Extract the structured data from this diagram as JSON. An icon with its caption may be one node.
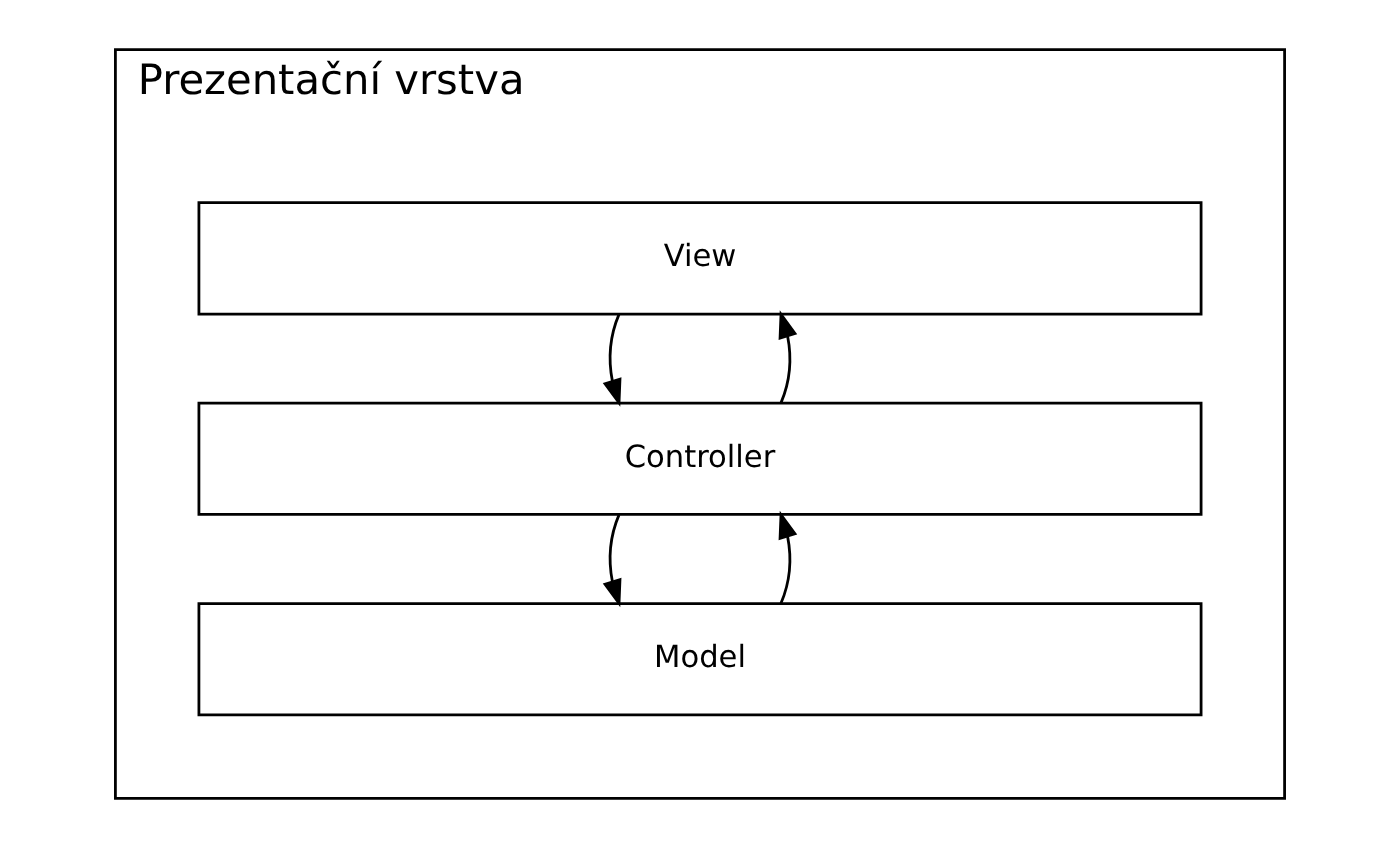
{
  "diagram": {
    "nodes": [
      {
        "text": [
          "Prezentační vrstva"
        ]
      },
      {
        "text": [
          "View"
        ],
        "in": 0
      },
      {
        "text": [
          "Controller"
        ],
        "in": 0
      },
      {
        "text": [
          "Model"
        ],
        "in": 0
      }
    ],
    "edges": [
      {
        "from": 1,
        "to": 2,
        "arrow": "to"
      },
      {
        "from": 2,
        "to": 1,
        "arrow": "to"
      },
      {
        "from": 2,
        "to": 3,
        "arrow": "to"
      },
      {
        "from": 3,
        "to": 2,
        "arrow": "to"
      }
    ]
  }
}
